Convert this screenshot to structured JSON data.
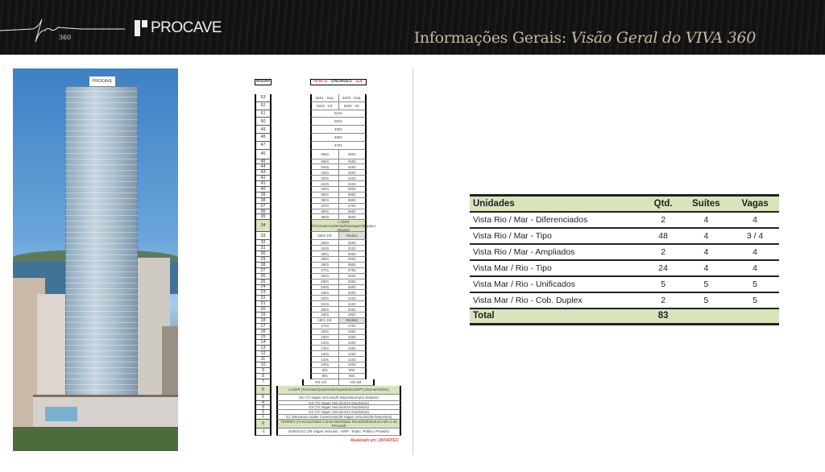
{
  "header": {
    "logo_text": "viva",
    "logo_sub": "360",
    "brand": "PROCAVE",
    "title_main": "Informações Gerais:",
    "title_italic": "Visão Geral do VIVA 360"
  },
  "photo": {
    "sign": "PROCAVE"
  },
  "diagram": {
    "andar_header": "ANDAR",
    "units_header": {
      "left": "NORTE",
      "center": "UNIDADES",
      "right": "SUL"
    },
    "updated": "Atualizado em: 28/04/2022",
    "floors": [
      {
        "f": "53",
        "kind": "tall",
        "u": [
          "5201 - Sup.",
          "5202 - Sup."
        ]
      },
      {
        "f": "52",
        "kind": "tall",
        "u": [
          "5201 - Inf.",
          "5202 - Inf."
        ]
      },
      {
        "f": "51",
        "kind": "tall",
        "u": [
          "5101"
        ]
      },
      {
        "f": "50",
        "kind": "tall",
        "u": [
          "5001"
        ]
      },
      {
        "f": "49",
        "kind": "tall",
        "u": [
          "4901"
        ]
      },
      {
        "f": "48",
        "kind": "tall",
        "u": [
          "4801"
        ]
      },
      {
        "f": "47",
        "kind": "tall",
        "u": [
          "4701"
        ]
      },
      {
        "f": "46",
        "kind": "tall46",
        "u": [
          "4601",
          "4602"
        ]
      },
      {
        "f": "45",
        "u": [
          "4501",
          "4502"
        ]
      },
      {
        "f": "44",
        "u": [
          "4401",
          "4402"
        ]
      },
      {
        "f": "43",
        "u": [
          "4301",
          "4302"
        ]
      },
      {
        "f": "42",
        "u": [
          "4201",
          "4202"
        ]
      },
      {
        "f": "41",
        "u": [
          "4101",
          "4102"
        ]
      },
      {
        "f": "40",
        "u": [
          "4001",
          "4002"
        ]
      },
      {
        "f": "39",
        "u": [
          "3901",
          "3902"
        ]
      },
      {
        "f": "38",
        "u": [
          "3801",
          "3802"
        ]
      },
      {
        "f": "37",
        "u": [
          "3701",
          "3702"
        ]
      },
      {
        "f": "36",
        "u": [
          "3601",
          "3602"
        ]
      },
      {
        "f": "35",
        "u": [
          "3501",
          "3502"
        ]
      },
      {
        "f": "34",
        "kind": "lazer",
        "u": [
          "LAZER (Piscinas/Academia/Massagem/Espaço Beauty)"
        ]
      },
      {
        "f": "33",
        "kind": "tall33",
        "u": [
          "3301 Dif.",
          "Reduto"
        ],
        "gray": 1
      },
      {
        "f": "32",
        "u": [
          "3201",
          "3202"
        ]
      },
      {
        "f": "31",
        "u": [
          "3101",
          "3102"
        ]
      },
      {
        "f": "30",
        "u": [
          "3001",
          "3002"
        ]
      },
      {
        "f": "29",
        "u": [
          "2901",
          "2902"
        ]
      },
      {
        "f": "28",
        "u": [
          "2801",
          "2802"
        ]
      },
      {
        "f": "27",
        "u": [
          "2701",
          "2702"
        ]
      },
      {
        "f": "26",
        "u": [
          "2601",
          "2602"
        ]
      },
      {
        "f": "25",
        "u": [
          "2501",
          "2502"
        ]
      },
      {
        "f": "24",
        "u": [
          "2401",
          "2402"
        ]
      },
      {
        "f": "23",
        "u": [
          "2301",
          "2302"
        ]
      },
      {
        "f": "22",
        "u": [
          "2201",
          "2202"
        ]
      },
      {
        "f": "21",
        "u": [
          "2101",
          "2102"
        ]
      },
      {
        "f": "20",
        "u": [
          "2001",
          "2002"
        ]
      },
      {
        "f": "19",
        "u": [
          "1901",
          "1902"
        ]
      },
      {
        "f": "18",
        "u": [
          "1801 Dif.",
          "Reduto"
        ],
        "gray": 1
      },
      {
        "f": "17",
        "u": [
          "1701",
          "1702"
        ]
      },
      {
        "f": "16",
        "u": [
          "1601",
          "1602"
        ]
      },
      {
        "f": "15",
        "u": [
          "1501",
          "1502"
        ]
      },
      {
        "f": "14",
        "u": [
          "1401",
          "1402"
        ]
      },
      {
        "f": "13",
        "u": [
          "1301",
          "1302"
        ]
      },
      {
        "f": "12",
        "u": [
          "1201",
          "1202"
        ]
      },
      {
        "f": "11",
        "u": [
          "1101",
          "1102"
        ]
      },
      {
        "f": "10",
        "u": [
          "1001",
          "1002"
        ]
      },
      {
        "f": "9",
        "u": [
          "901",
          "902"
        ]
      },
      {
        "f": "8",
        "u": [
          "801",
          "802"
        ]
      },
      {
        "f": "7",
        "kind": "f7",
        "u": [
          "701 Dif.",
          "702 Dif."
        ]
      },
      {
        "f": "6",
        "kind": "pod-green",
        "u": [
          "LAZER (Piscinas/Quadras/Brinquedoteca/SPT piscina/Salões)"
        ]
      },
      {
        "f": "5",
        "kind": "pod5",
        "u": [
          "G5 (73 Vagas Veículos/8 Depósitos/Apto Zelador)"
        ]
      },
      {
        "f": "4",
        "kind": "pod",
        "u": [
          "G4 (73 Vagas Veículos/14 Depósitos)"
        ]
      },
      {
        "f": "3",
        "kind": "pod",
        "u": [
          "G3 (73 Vagas Veículos/14 Depósitos)"
        ]
      },
      {
        "f": "2",
        "kind": "pod",
        "u": [
          "G2 (70 Vagas Veículos/14 Depósitos)"
        ]
      },
      {
        "f": "1",
        "kind": "pod",
        "u": [
          "G1 (Mezanino Salas Comerciais/39 Vagas Veículos/28 Depósitos)"
        ]
      },
      {
        "f": "0",
        "kind": "pod-green0",
        "u": [
          "TÉRREO (Acessos/Salas Comerciais/Salas Reunião/Estrutura Adm e de Pessoal)"
        ]
      },
      {
        "f": "-1",
        "kind": "pod-1",
        "u": [
          "SUBSOLO (36 Vagas Veículos - ERP - Estac. Público Privado)"
        ]
      }
    ]
  },
  "table": {
    "headers": [
      "Unidades",
      "Qtd.",
      "Suítes",
      "Vagas"
    ],
    "rows": [
      [
        "Vista Rio / Mar  - Diferenciados",
        "2",
        "4",
        "4"
      ],
      [
        "Vista Rio / Mar  - Tipo",
        "48",
        "4",
        "3 / 4"
      ],
      [
        "Vista Rio / Mar  - Ampliados",
        "2",
        "4",
        "4"
      ],
      [
        "Vista Mar / Rio  - Tipo",
        "24",
        "4",
        "4"
      ],
      [
        "Vista Mar / Rio  - Unificados",
        "5",
        "5",
        "5"
      ],
      [
        "Vista Mar / Rio  -  Cob. Duplex",
        "2",
        "5",
        "5"
      ]
    ],
    "total": {
      "label": "Total",
      "qtd": "83"
    }
  }
}
